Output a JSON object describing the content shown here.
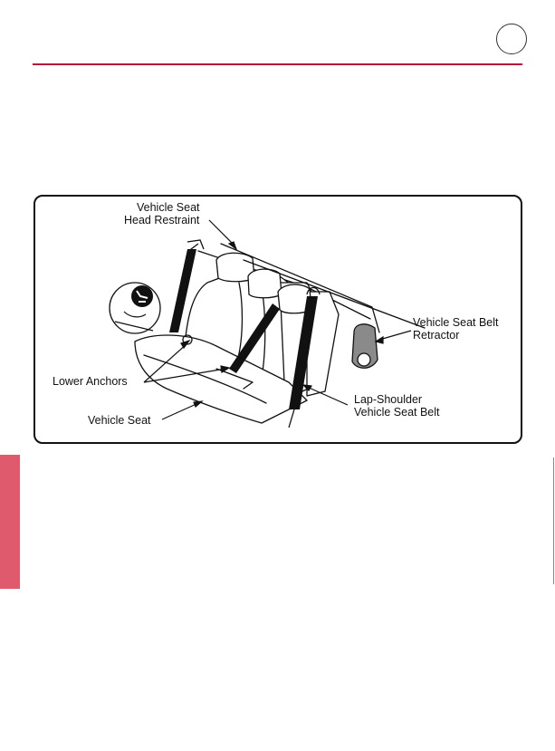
{
  "colors": {
    "accent_rule": "#b5173a",
    "side_tab": "#e05a6e",
    "outline": "#111111"
  },
  "figure": {
    "labels": {
      "head_restraint_line1": "Vehicle Seat",
      "head_restraint_line2": "Head Restraint",
      "retractor_line1": "Vehicle Seat Belt",
      "retractor_line2": "Retractor",
      "lower_anchors": "Lower Anchors",
      "lap_shoulder_line1": "Lap-Shoulder",
      "lap_shoulder_line2": "Vehicle Seat Belt",
      "vehicle_seat": "Vehicle Seat"
    },
    "icons": [
      "lower-anchor-symbol-icon"
    ]
  }
}
